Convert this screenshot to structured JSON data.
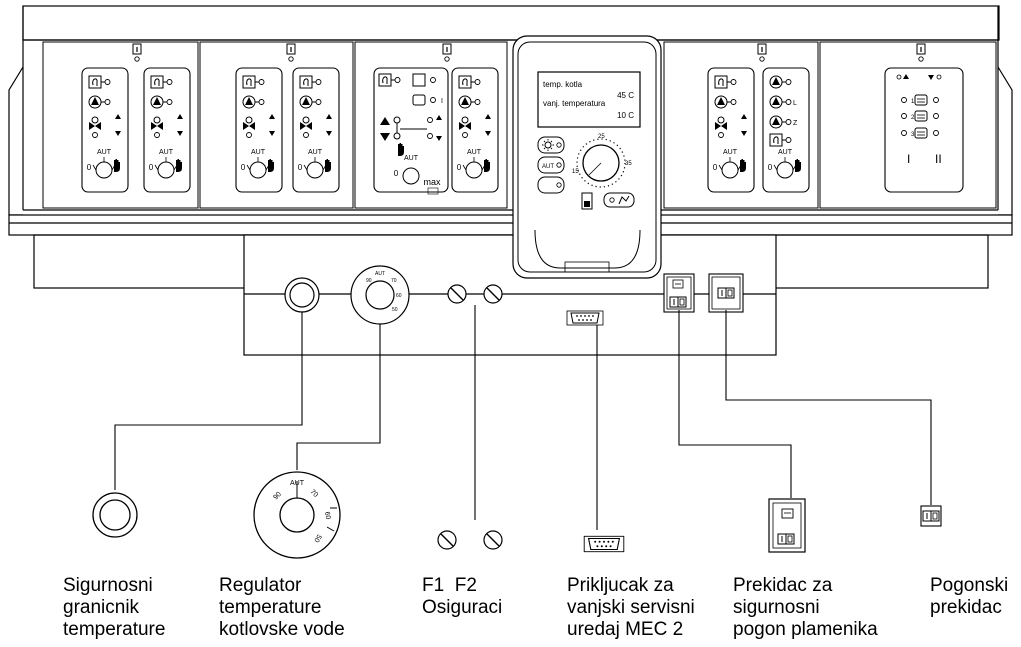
{
  "display": {
    "line1": "temp. kotla",
    "line2": "45 C",
    "line3": "vanj. temperatura",
    "line4": "10 C"
  },
  "panel_text": {
    "aut": "AUT",
    "zero": "0",
    "max": "max",
    "roman_one": "I",
    "roman_two": "II",
    "stage1": "1",
    "stage2": "2",
    "stage3": "3",
    "letter_l": "L",
    "letter_z": "Z",
    "dial_15": "15",
    "dial_25": "25",
    "dial_35": "35",
    "knob_90": "90",
    "knob_70": "70",
    "knob_60": "60",
    "knob_50": "50"
  },
  "labels": {
    "stb": [
      "Sigurnosni",
      "granicnik",
      "temperature"
    ],
    "regulator": [
      "Regulator",
      "temperature",
      "kotlovske vode"
    ],
    "fuses_top": "F1  F2",
    "fuses": "Osiguraci",
    "port": [
      "Prikljucak za",
      "vanjski servisni",
      "uredaj MEC 2"
    ],
    "burner_switch": [
      "Prekidac za",
      "sigurnosni",
      "pogon plamenika"
    ],
    "main_switch": [
      "Pogonski",
      "prekidac"
    ]
  },
  "icons": [
    "info-icon",
    "pump-icon",
    "mixer-icon",
    "thermometer-icon",
    "sun-icon",
    "moon-icon",
    "hand-icon",
    "fuse-icon",
    "serial-port-icon",
    "switch-icon"
  ]
}
